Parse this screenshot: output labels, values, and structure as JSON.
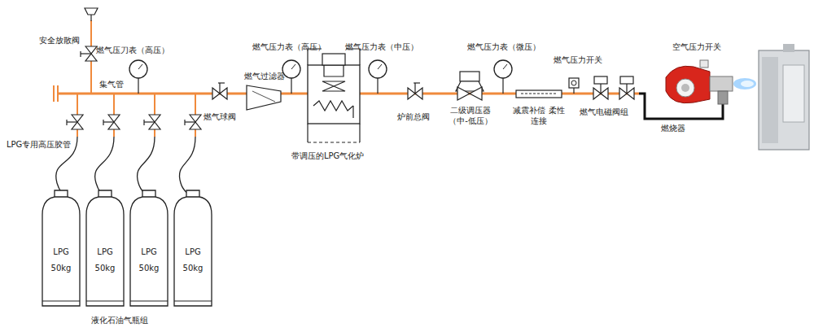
{
  "diagram": {
    "nodes": [
      {
        "text": [
          "LPG",
          "50kg"
        ]
      },
      {
        "text": [
          "LPG",
          "50kg"
        ]
      },
      {
        "text": [
          "LPG",
          "50kg"
        ]
      },
      {
        "text": [
          "LPG",
          "50kg"
        ]
      }
    ],
    "labels": [
      "安全放散阀",
      "燃气压刀表（高压）",
      "集气管",
      "LPG专用高压胶管",
      "液化石油气瓶组",
      "燃气球阀",
      "燃气过滤器",
      "燃气压力表（高压）",
      "带调压的LPG气化炉",
      "燃气压力表（中压）",
      "炉前总阀",
      "燃气压力表（微压）",
      "二级调压器 （中-低压）",
      "减震补偿 柔性连接",
      "燃气压力开关",
      "燃气电磁阀组",
      "空气压力开关",
      "燃烧器"
    ]
  }
}
